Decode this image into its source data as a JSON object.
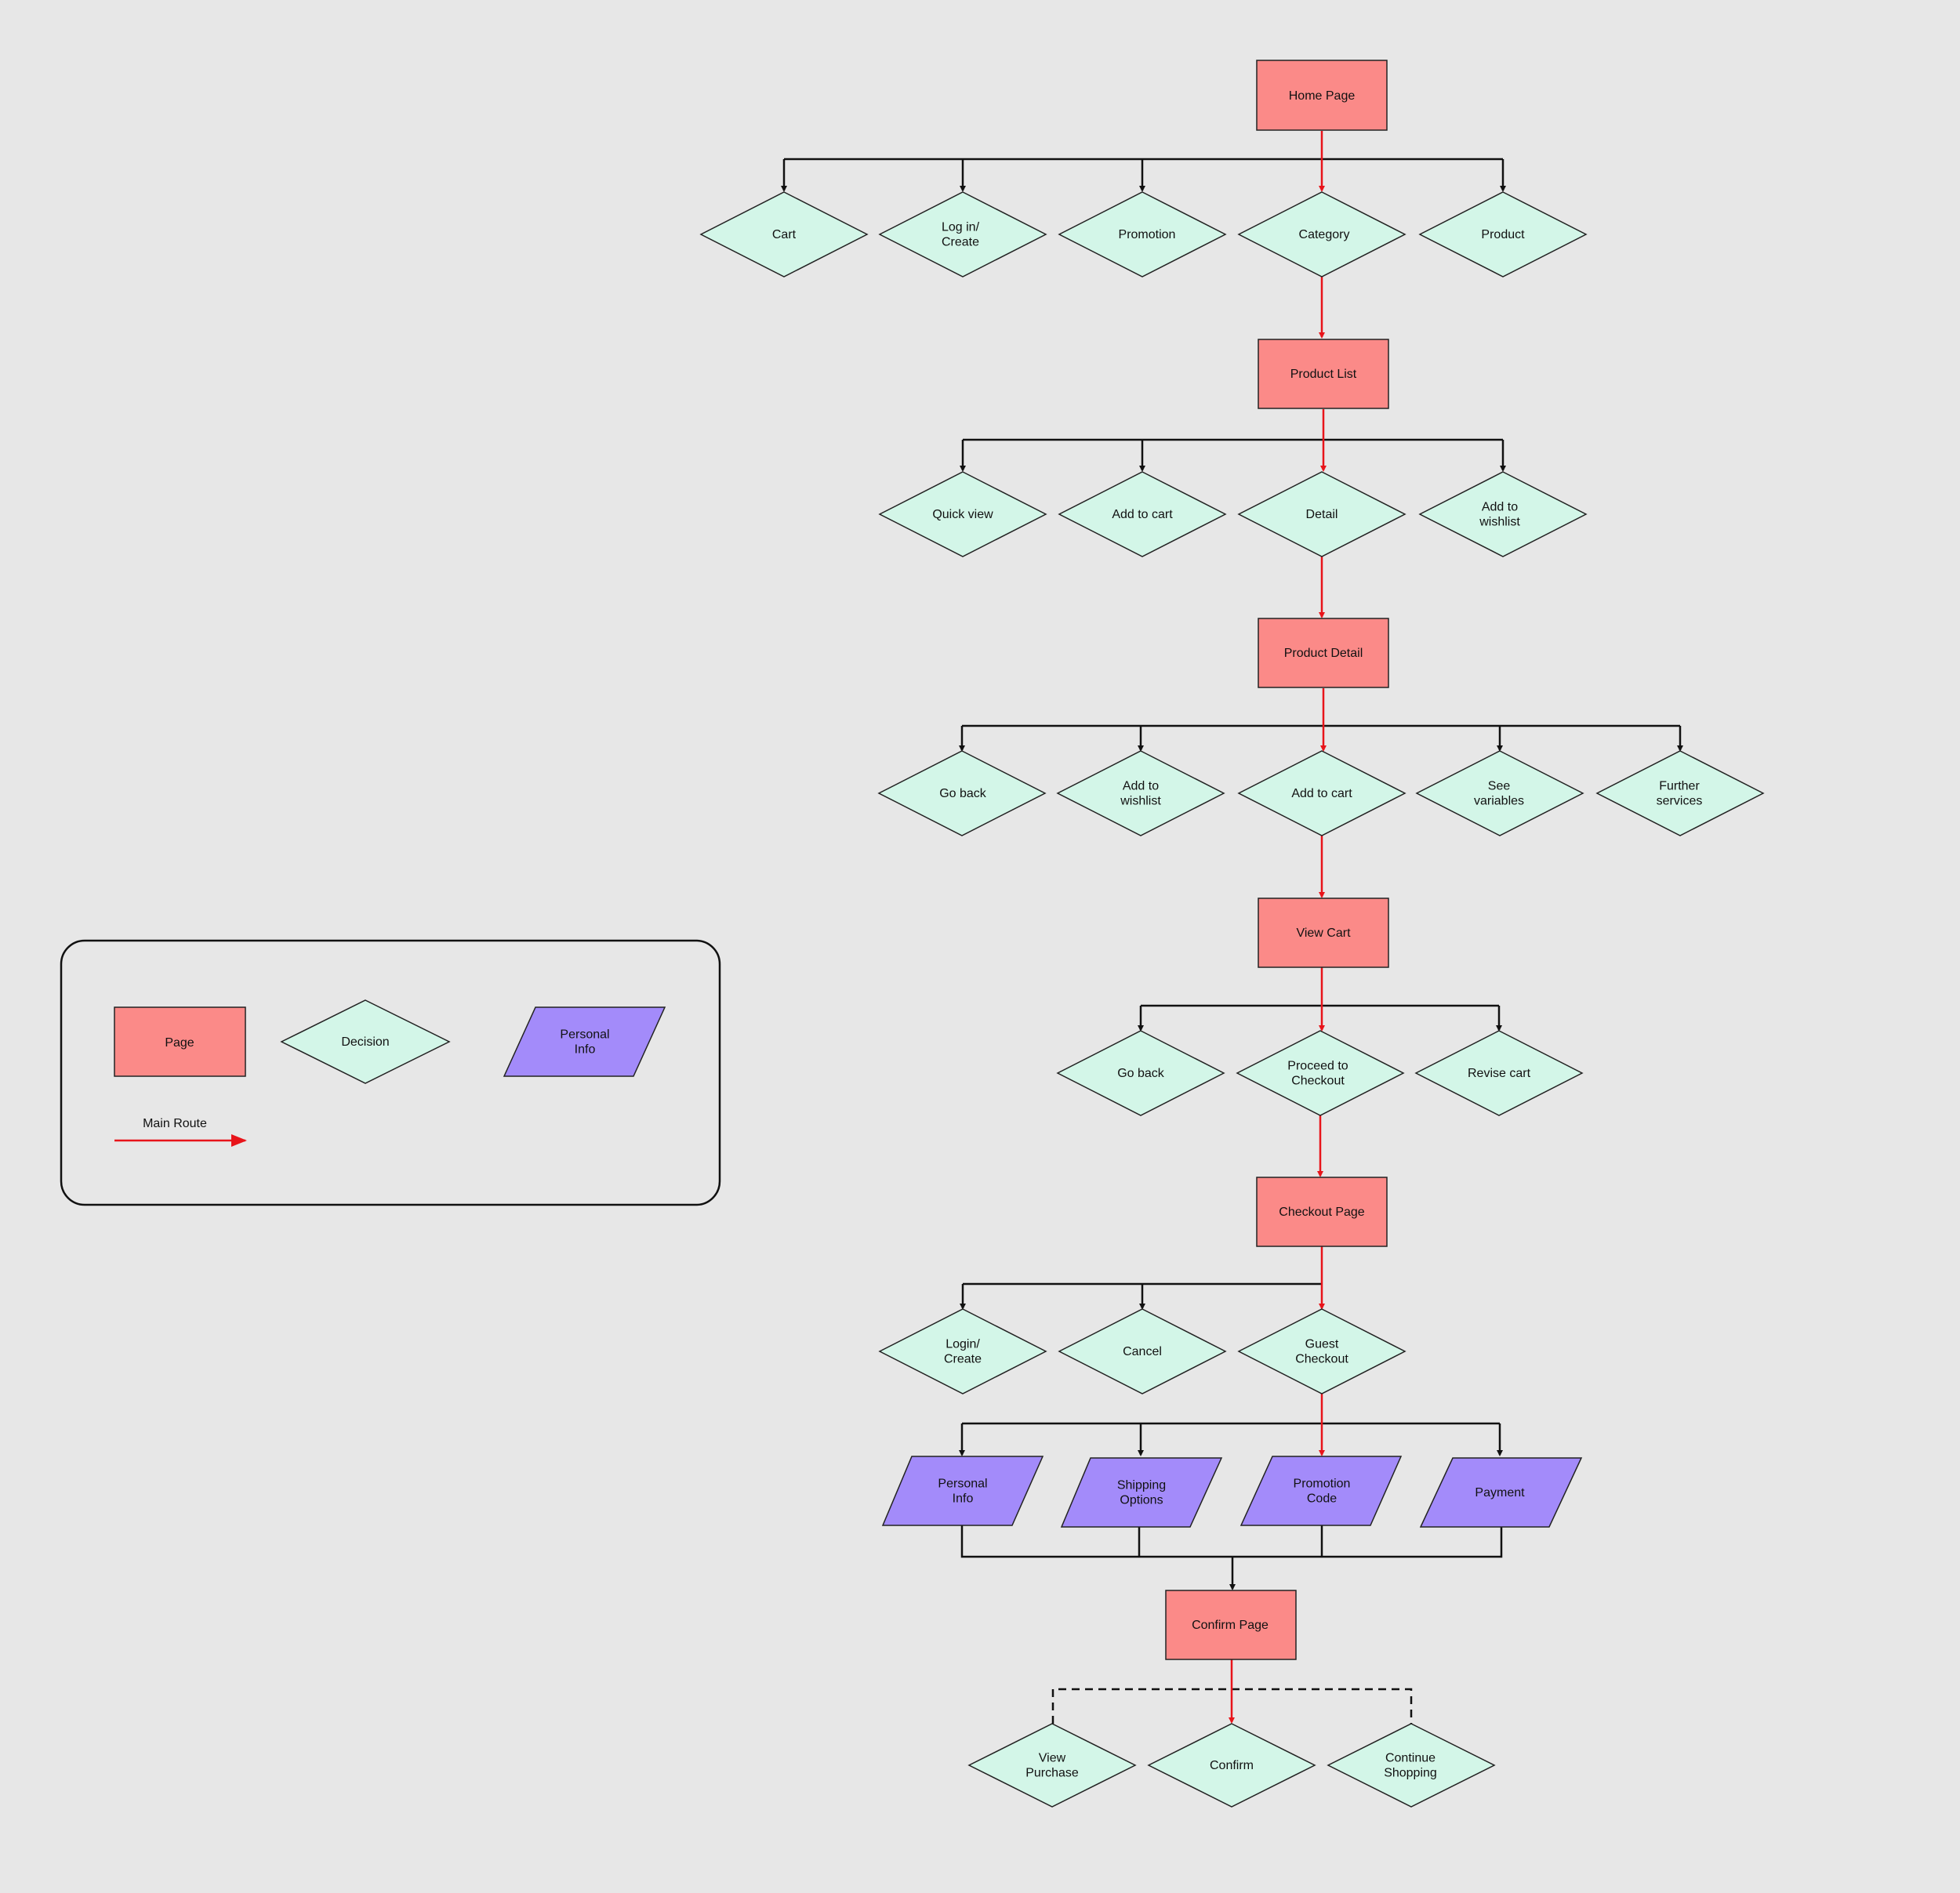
{
  "colors": {
    "background": "#e7e7e7",
    "page": "#fb8a88",
    "decision": "#d3f6e8",
    "personal_info": "#a38bfa",
    "main_route": "#e8141a",
    "connector": "#111111"
  },
  "legend": {
    "page": "Page",
    "decision": "Decision",
    "personal_info": [
      "Personal",
      "Info"
    ],
    "main_route": "Main Route"
  },
  "nodes": {
    "home_page": [
      "Home Page"
    ],
    "cart": [
      "Cart"
    ],
    "login_create": [
      "Log in/",
      "Create"
    ],
    "promotion": [
      "Promotion"
    ],
    "category": [
      "Category"
    ],
    "product": [
      "Product"
    ],
    "product_list": [
      "Product List"
    ],
    "quick_view": [
      "Quick view"
    ],
    "add_to_cart_1": [
      "Add to cart"
    ],
    "detail": [
      "Detail"
    ],
    "add_to_wishlist_1": [
      "Add to",
      "wishlist"
    ],
    "product_detail": [
      "Product Detail"
    ],
    "go_back_1": [
      "Go back"
    ],
    "add_to_wishlist_2": [
      "Add to",
      "wishlist"
    ],
    "add_to_cart_2": [
      "Add to cart"
    ],
    "see_variables": [
      "See",
      "variables"
    ],
    "further_services": [
      "Further",
      "services"
    ],
    "view_cart": [
      "View Cart"
    ],
    "go_back_2": [
      "Go back"
    ],
    "proceed_to_checkout": [
      "Proceed to",
      "Checkout"
    ],
    "revise_cart": [
      "Revise cart"
    ],
    "checkout_page": [
      "Checkout Page"
    ],
    "login_create_2": [
      "Login/",
      "Create"
    ],
    "cancel": [
      "Cancel"
    ],
    "guest_checkout": [
      "Guest",
      "Checkout"
    ],
    "personal_info": [
      "Personal",
      "Info"
    ],
    "shipping_options": [
      "Shipping",
      "Options"
    ],
    "promotion_code": [
      "Promotion",
      "Code"
    ],
    "payment": [
      "Payment"
    ],
    "confirm_page": [
      "Confirm Page"
    ],
    "view_purchase": [
      "View",
      "Purchase"
    ],
    "confirm": [
      "Confirm"
    ],
    "continue_shopping": [
      "Continue",
      "Shopping"
    ]
  }
}
